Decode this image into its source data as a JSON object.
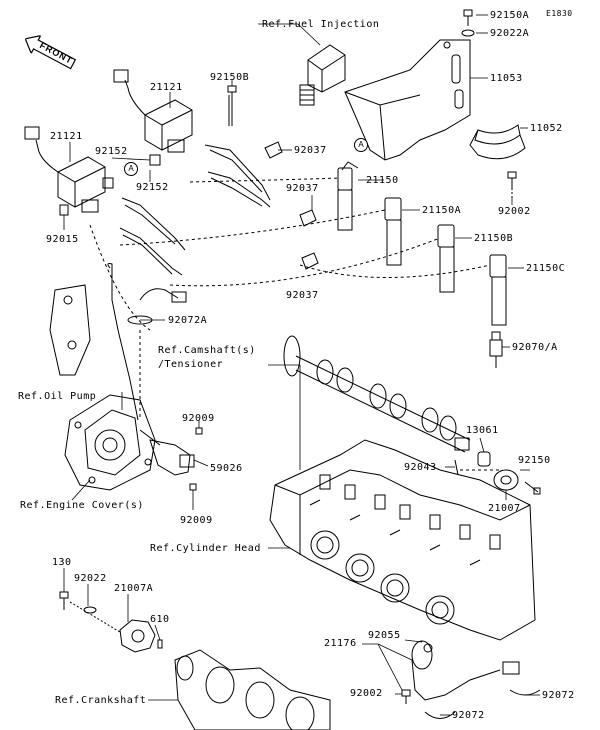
{
  "diagram_code": "E1830",
  "front_badge": "FRONT",
  "callout_letter": "A",
  "refs": {
    "fuel_injection": "Ref.Fuel Injection",
    "oil_pump": "Ref.Oil Pump",
    "camshaft": "Ref.Camshaft(s)",
    "tensioner": "/Tensioner",
    "engine_cover": "Ref.Engine Cover(s)",
    "cylinder_head": "Ref.Cylinder Head",
    "crankshaft": "Ref.Crankshaft"
  },
  "parts": {
    "p92150A": "92150A",
    "p92022A": "92022A",
    "p11053": "11053",
    "p11052": "11052",
    "p92002_top": "92002",
    "p21121_upper": "21121",
    "p21121_lower": "21121",
    "p92150B": "92150B",
    "p92152_upper": "92152",
    "p92152_lower": "92152",
    "p92037_a": "92037",
    "p92037_b": "92037",
    "p92037_c": "92037",
    "p21150": "21150",
    "p21150A": "21150A",
    "p21150B": "21150B",
    "p21150C": "21150C",
    "p92015": "92015",
    "p92072A": "92072A",
    "p92070A": "92070/A",
    "p92009_a": "92009",
    "p92009_b": "92009",
    "p59026": "59026",
    "p13061": "13061",
    "p92043": "92043",
    "p92150": "92150",
    "p21007": "21007",
    "p130": "130",
    "p92022": "92022",
    "p21007A": "21007A",
    "p610": "610",
    "p21176": "21176",
    "p92055": "92055",
    "p92002_bottom": "92002",
    "p92072_a": "92072",
    "p92072_b": "92072"
  }
}
